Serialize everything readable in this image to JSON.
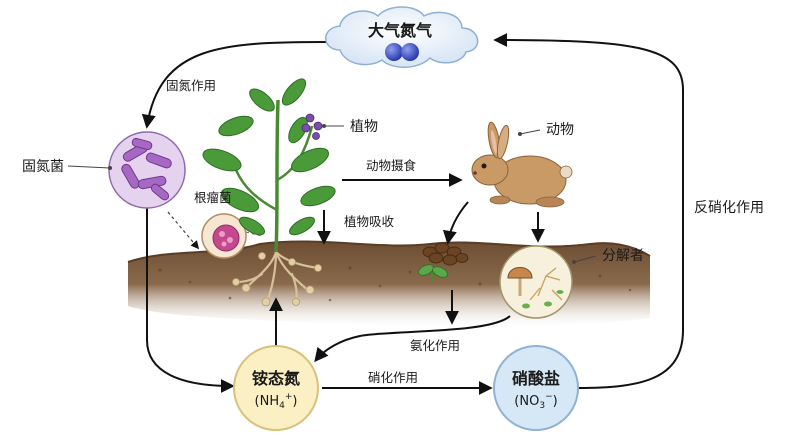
{
  "nodes": {
    "atmosphere": "大气氮气",
    "ammonium_name": "铵态氮",
    "ammonium_formula": {
      "base": "(NH",
      "sub": "4",
      "sup": "+",
      "close": ")"
    },
    "nitrate_name": "硝酸盐",
    "nitrate_formula": {
      "base": "(NO",
      "sub": "3",
      "sup": "−",
      "close": ")"
    }
  },
  "labels": {
    "plant": "植物",
    "animal": "动物",
    "fixing_bacteria": "固氮菌",
    "root_nodule": "根瘤菌",
    "decomposer": "分解者"
  },
  "processes": {
    "nitrogen_fixation": "固氮作用",
    "animal_feeding": "动物摄食",
    "plant_uptake": "植物吸收",
    "ammonification": "氨化作用",
    "nitrification": "硝化作用",
    "denitrification": "反硝化作用"
  },
  "colors": {
    "ammonium_fill": "#fbefc4",
    "ammonium_stroke": "#d8c178",
    "nitrate_fill": "#d6e7f6",
    "nitrate_stroke": "#8fb2d2",
    "bacteria_fill": "#e4d2ee",
    "bacteria_rod": "#a768c4",
    "soil": "#7a5a3c",
    "leaf": "#4a9a3a",
    "rabbit": "#c99a66",
    "nitrogen_molecule": "#3a4fc4"
  }
}
